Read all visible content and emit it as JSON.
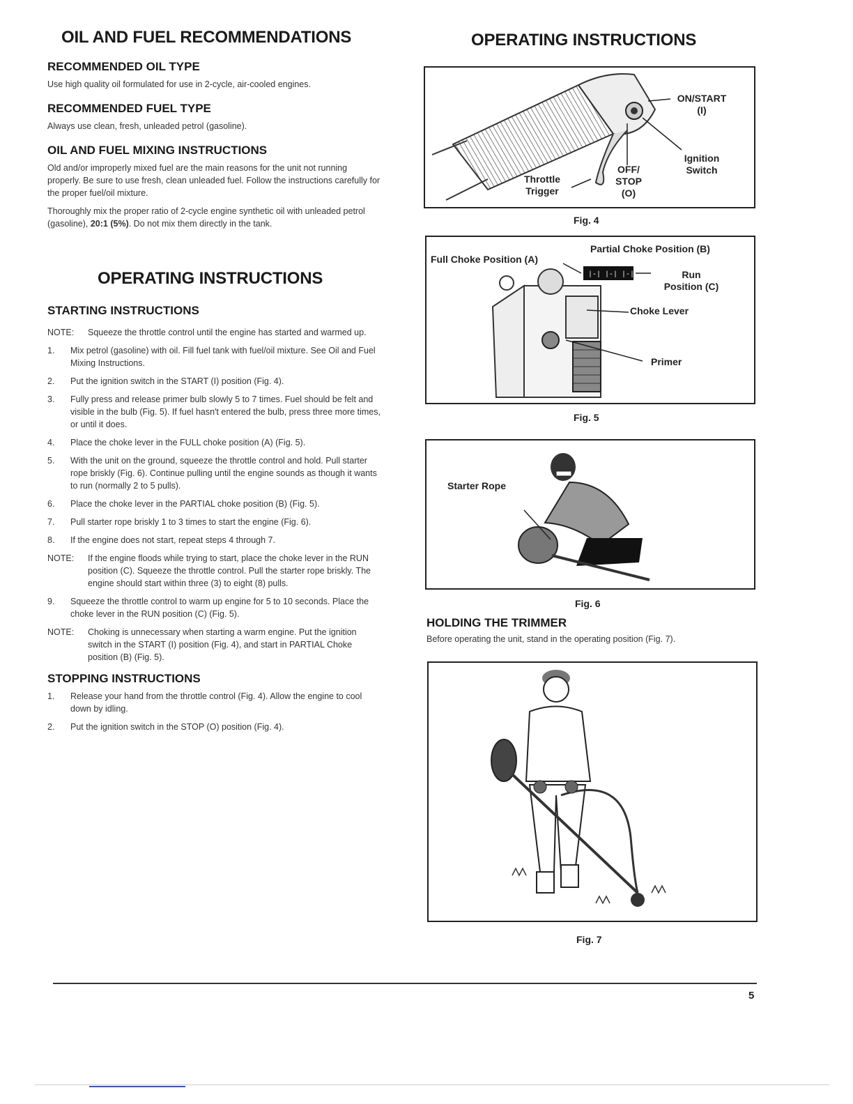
{
  "left": {
    "oil_fuel_title": "OIL AND FUEL RECOMMENDATIONS",
    "rec_oil_heading": "RECOMMENDED OIL TYPE",
    "rec_oil_text": "Use high quality oil formulated for use in 2-cycle, air-cooled engines.",
    "rec_fuel_heading": "RECOMMENDED FUEL TYPE",
    "rec_fuel_text": "Always use clean, fresh, unleaded petrol (gasoline).",
    "mixing_heading": "OIL AND FUEL MIXING INSTRUCTIONS",
    "mixing_text_1": "Old and/or improperly mixed fuel are the main reasons for the unit not running properly. Be sure to use fresh, clean unleaded fuel. Follow the instructions carefully for the proper fuel/oil mixture.",
    "mixing_text_2a": "Thoroughly mix the proper ratio of 2-cycle engine synthetic oil with unleaded petrol (gasoline), ",
    "mixing_text_2b": "20:1 (5%)",
    "mixing_text_2c": ". Do not mix them directly in the tank.",
    "operating_title": "OPERATING INSTRUCTIONS",
    "starting_heading": "STARTING INSTRUCTIONS",
    "note_label": "NOTE:",
    "note_1": "Squeeze the throttle control until the engine has started and warmed up.",
    "steps": [
      {
        "n": "1.",
        "t": "Mix petrol (gasoline) with oil. Fill fuel tank with fuel/oil mixture. See Oil and Fuel Mixing Instructions."
      },
      {
        "n": "2.",
        "t": "Put the ignition switch in the START (I) position (Fig. 4)."
      },
      {
        "n": "3.",
        "t": "Fully press and release primer bulb slowly 5 to 7 times. Fuel should be felt and visible in the bulb (Fig. 5). If fuel hasn't entered the bulb, press three more times, or until it does."
      },
      {
        "n": "4.",
        "t": "Place the choke lever in the FULL choke position (A) (Fig. 5)."
      },
      {
        "n": "5.",
        "t": "With the unit on the ground, squeeze the throttle control and hold. Pull starter rope briskly (Fig. 6). Continue pulling until the engine sounds as though it wants to run (normally 2 to 5 pulls)."
      },
      {
        "n": "6.",
        "t": "Place the choke lever in the PARTIAL choke position (B) (Fig. 5)."
      },
      {
        "n": "7.",
        "t": "Pull starter rope briskly 1 to 3 times to start the engine (Fig. 6)."
      },
      {
        "n": "8.",
        "t": "If the engine does not start, repeat steps 4 through 7."
      }
    ],
    "note_2": "If the engine floods while trying to start, place the choke lever in the RUN position (C). Squeeze the throttle control. Pull the starter rope briskly. The engine should start within three (3) to eight (8) pulls.",
    "step_9": {
      "n": "9.",
      "t": "Squeeze the throttle control to warm up engine for 5 to 10 seconds. Place the choke lever in the RUN position (C) (Fig. 5)."
    },
    "note_3": "Choking is unnecessary when starting a warm engine. Put the ignition switch in the START (I) position (Fig. 4), and start in PARTIAL Choke position (B) (Fig. 5).",
    "stopping_heading": "STOPPING INSTRUCTIONS",
    "stop_steps": [
      {
        "n": "1.",
        "t": "Release your hand from the throttle control (Fig. 4). Allow the engine to cool down by idling."
      },
      {
        "n": "2.",
        "t": "Put the ignition switch in the STOP (O) position (Fig. 4)."
      }
    ]
  },
  "right": {
    "operating_title": "OPERATING INSTRUCTIONS",
    "fig4": {
      "on_start": "ON/START",
      "on_start_sym": "(I)",
      "ignition": "Ignition",
      "switch": "Switch",
      "off": "OFF/",
      "stop": "STOP",
      "stop_sym": "(O)",
      "throttle": "Throttle",
      "trigger": "Trigger",
      "caption": "Fig. 4"
    },
    "fig5": {
      "full_choke": "Full Choke Position (A)",
      "partial_choke": "Partial Choke Position (B)",
      "run": "Run",
      "run_pos": "Position (C)",
      "choke_lever": "Choke Lever",
      "primer": "Primer",
      "caption": "Fig. 5"
    },
    "fig6": {
      "starter_rope": "Starter Rope",
      "caption": "Fig. 6"
    },
    "holding_heading": "HOLDING THE TRIMMER",
    "holding_text": "Before operating the unit, stand in the operating position (Fig. 7).",
    "fig7": {
      "caption": "Fig. 7"
    }
  },
  "page_number": "5"
}
